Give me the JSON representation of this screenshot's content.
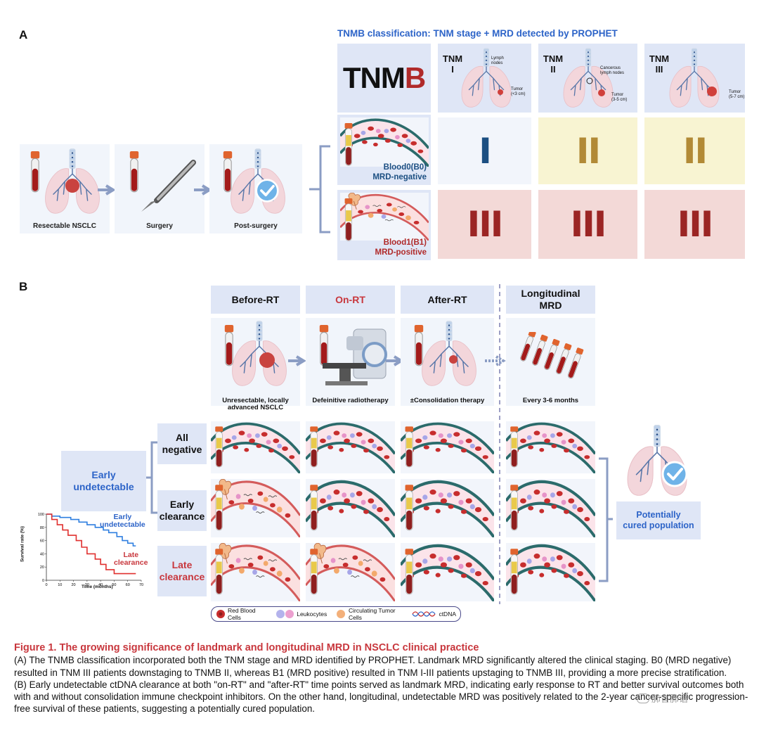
{
  "panel_a": {
    "label": "A",
    "title": "TNMB classification: TNM stage + MRD detected by PROPHET",
    "flow": [
      "Resectable NSCLC",
      "Surgery",
      "Post-surgery"
    ],
    "tnmb_logo_main": "TNM",
    "tnmb_logo_b": "B",
    "stages": [
      {
        "tnm": "TNM",
        "roman": "I",
        "lbl1": "Lymph",
        "lbl2": "nodes",
        "tumor": "Tumor",
        "size": "(<3 cm)"
      },
      {
        "tnm": "TNM",
        "roman": "II",
        "lbl1": "Cancerous",
        "lbl2": "lymph nodes",
        "tumor": "Tumor",
        "size": "(3-5 cm)"
      },
      {
        "tnm": "TNM",
        "roman": "III",
        "lbl1": "",
        "lbl2": "",
        "tumor": "Tumor",
        "size": "(5-7 cm)"
      }
    ],
    "rows": [
      {
        "name": "Blood0(B0)",
        "status": "MRD-negative",
        "grades": [
          "I",
          "II",
          "II"
        ]
      },
      {
        "name": "Blood1(B1)",
        "status": "MRD-positive",
        "grades": [
          "III",
          "III",
          "III"
        ]
      }
    ]
  },
  "panel_b": {
    "label": "B",
    "phases": [
      "Before-RT",
      "On-RT",
      "After-RT"
    ],
    "longitudinal_l1": "Longitudinal",
    "longitudinal_l2": "MRD",
    "phase_captions": [
      {
        "l1": "Unresectable, locally",
        "l2": "advanced NSCLC"
      },
      {
        "l1": "Defeinitive radiotherapy",
        "l2": ""
      },
      {
        "l1": "±Consolidation therapy",
        "l2": ""
      },
      {
        "l1": "Every 3-6 months",
        "l2": ""
      }
    ],
    "early_undetectable_l1": "Early",
    "early_undetectable_l2": "undetectable",
    "groups": [
      {
        "l1": "All",
        "l2": "negative"
      },
      {
        "l1": "Early",
        "l2": "clearance"
      },
      {
        "l1": "Late",
        "l2": "clearance"
      }
    ],
    "outcome_l1": "Potentially",
    "outcome_l2": "cured population",
    "legend": [
      "Red Blood Cells",
      "Leukocytes",
      "Circulating Tumor Cells",
      "ctDNA"
    ]
  },
  "km_chart": {
    "chart_data": {
      "type": "line",
      "xlabel": "Time (months)",
      "ylabel": "Survival rate (%)",
      "xticks": [
        0,
        10,
        20,
        30,
        40,
        50,
        60,
        70
      ],
      "yticks": [
        0,
        20,
        40,
        60,
        80,
        100
      ],
      "xlim": [
        0,
        70
      ],
      "ylim": [
        0,
        100
      ],
      "series": [
        {
          "name_l1": "Early",
          "name_l2": "undetectable",
          "color": "#2f7fe0",
          "x": [
            0,
            4,
            10,
            18,
            24,
            30,
            36,
            42,
            46,
            52,
            56,
            60,
            64,
            66
          ],
          "y": [
            100,
            97,
            95,
            92,
            88,
            84,
            80,
            76,
            72,
            66,
            60,
            56,
            52,
            52
          ]
        },
        {
          "name_l1": "Late",
          "name_l2": "clearance",
          "color": "#e0302f",
          "x": [
            0,
            4,
            8,
            12,
            16,
            22,
            26,
            30,
            36,
            40,
            44,
            50,
            66
          ],
          "y": [
            100,
            92,
            84,
            76,
            68,
            60,
            50,
            40,
            32,
            24,
            16,
            10,
            10
          ]
        }
      ]
    }
  },
  "caption": {
    "title": "Figure 1.  The growing significance of landmark and longitudinal MRD in NSCLC clinical practice",
    "p1": "(A) The TNMB classification incorporated both the TNM stage and MRD identified by PROPHET. Landmark MRD significantly altered the clinical staging. B0 (MRD negative) resulted in TNM III patients downstaging to TNMB II, whereas B1 (MRD positive) resulted in TNM I-III patients upstaging to TNMB III, providing a more precise stratification.",
    "p2": "(B) Early undetectable ctDNA clearance at both \"on-RT\" and \"after-RT\" time points served as landmark MRD, indicating early response to RT and better survival outcomes both with and without consolidation immune checkpoint inhibitors. On the other hand, longitudinal, undetectable MRD was positively related to the 2-year cancer-specific progression-free survival of these patients, suggesting a potentially cured population.",
    "watermark": "肺言肺语"
  },
  "colors": {
    "light_blue": "#dfe6f6",
    "yellow": "#f8f4d2",
    "pink": "#f3d9d7",
    "navy": "#1c4f82",
    "gold": "#b28a36",
    "dark_red": "#9b2524",
    "red_text": "#c8373d",
    "blue_text": "#2d64c8"
  }
}
